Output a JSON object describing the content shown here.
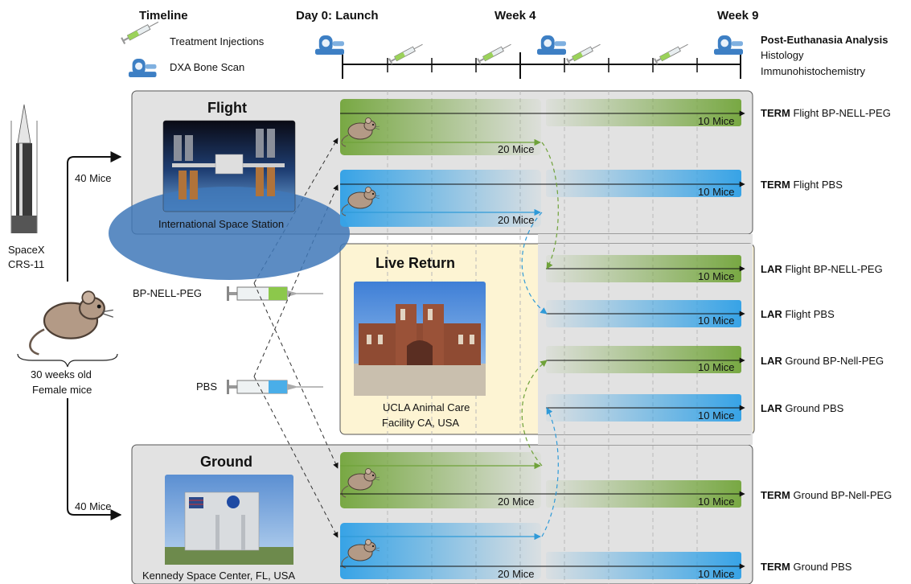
{
  "timeline": {
    "title": "Timeline",
    "legend_injection": "Treatment Injections",
    "legend_dxa": "DXA Bone Scan",
    "day0": "Day 0: Launch",
    "week4": "Week 4",
    "week9": "Week 9"
  },
  "analysis": {
    "title": "Post-Euthanasia Analysis",
    "item1": "Histology",
    "item2": "Immunohistochemistry"
  },
  "launch": {
    "vehicle_line1": "SpaceX",
    "vehicle_line2": "CRS-11",
    "upper_count": "40 Mice",
    "lower_count": "40 Mice"
  },
  "source_mice": {
    "line1": "30 weeks old",
    "line2": "Female mice"
  },
  "treatments": {
    "drug": "BP-NELL-PEG",
    "control": "PBS"
  },
  "groups": {
    "flight": {
      "title": "Flight",
      "caption": "International Space Station"
    },
    "live_return": {
      "title": "Live Return",
      "caption_line1": "UCLA Animal Care",
      "caption_line2": "Facility CA, USA"
    },
    "ground": {
      "title": "Ground",
      "caption": "Kennedy Space Center, FL, USA"
    }
  },
  "counts": {
    "twenty": "20 Mice",
    "ten": "10 Mice"
  },
  "outcomes": {
    "o1_bold": "TERM",
    "o1_rest": " Flight BP-NELL-PEG",
    "o2_bold": "TERM",
    "o2_rest": " Flight PBS",
    "o3_bold": "LAR",
    "o3_rest": " Flight BP-NELL-PEG",
    "o4_bold": "LAR",
    "o4_rest": " Flight PBS",
    "o5_bold": "LAR",
    "o5_rest": " Ground BP-Nell-PEG",
    "o6_bold": "LAR",
    "o6_rest": " Ground PBS",
    "o7_bold": "TERM",
    "o7_rest": " Ground BP-Nell-PEG",
    "o8_bold": "TERM",
    "o8_rest": " Ground PBS"
  },
  "colors": {
    "green": "#7bab48",
    "blue": "#3aa6e6",
    "flight_box": "#e2e2e2",
    "live_box": "#fdf4d3"
  }
}
